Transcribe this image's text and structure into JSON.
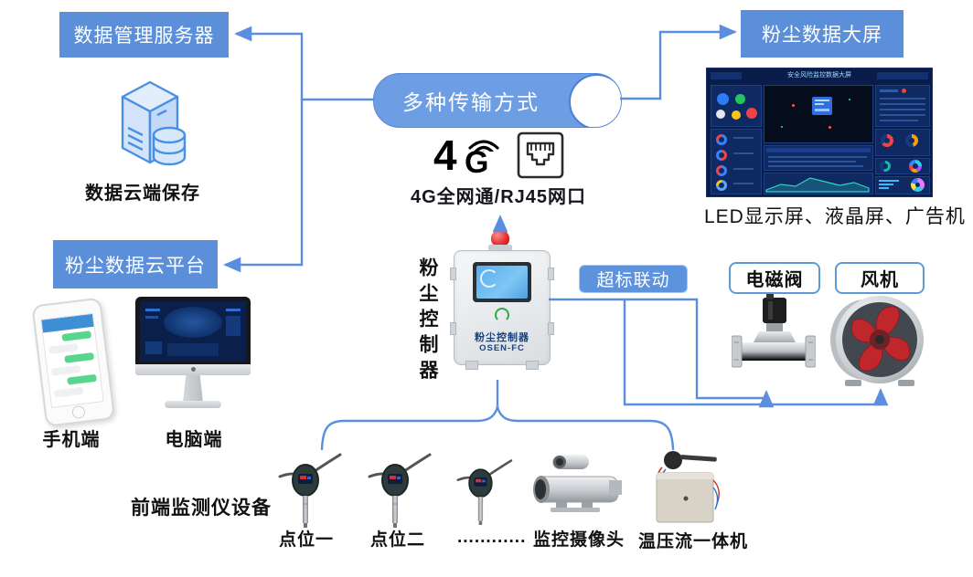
{
  "colors": {
    "accent_blue": "#5b8fd9",
    "pill_blue": "#6d9de3",
    "line_blue": "#5c8ee0",
    "linkage_blue": "#5d92dd",
    "outline_blue": "#5b9bd5",
    "fan_red": "#c0272d"
  },
  "left": {
    "server_box_label": "数据管理服务器",
    "server_caption": "数据云端保存",
    "cloud_platform_label": "粉尘数据云平台",
    "phone_caption": "手机端",
    "pc_caption": "电脑端"
  },
  "center": {
    "transmission_label": "多种传输方式",
    "g4_icon_text": "4G",
    "transmission_caption": "4G全网通/RJ45网口",
    "controller_vertical_label": "粉尘控制器",
    "device_screen_title": "粉尘控制器",
    "device_model": "OSEN-FC"
  },
  "right": {
    "big_screen_label": "粉尘数据大屏",
    "dashboard_title": "安全风险监控数据大屏",
    "led_caption": "LED显示屏、液晶屏、广告机",
    "linkage_label": "超标联动",
    "valve_label": "电磁阀",
    "fan_label": "风机"
  },
  "bottom": {
    "frontend_caption": "前端监测仪设备",
    "sensor1_label": "点位一",
    "sensor2_label": "点位二",
    "sensor_more_label": "............",
    "camera_label": "监控摄像头",
    "tpf_label": "温压流一体机"
  }
}
